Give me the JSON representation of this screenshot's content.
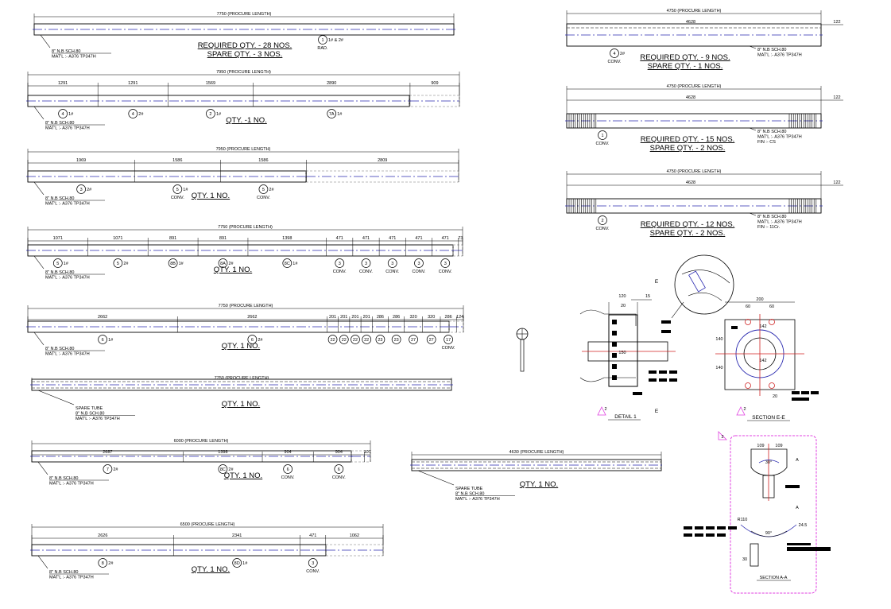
{
  "tubes_left": [
    {
      "procure": "7750 (PROCURE LENGTH)",
      "segments": [],
      "spec1": "8\" N.B SCH.80",
      "spec2": "MAT'L :- A376 TP347H",
      "bubbles": [
        {
          "tag": "1",
          "suffix": "1# & 2#",
          "note": "RAD."
        }
      ],
      "qty": "REQUIRED QTY. - 28 NOS.",
      "qty2": "SPARE QTY. - 3 NOS."
    },
    {
      "procure": "7950 (PROCURE LENGTH)",
      "segments": [
        "1291",
        "1291",
        "1569",
        "2890",
        "909"
      ],
      "spec1": "8\" N.B SCH.80",
      "spec2": "MAT'L :- A376 TP347H",
      "bubbles": [
        {
          "tag": "4",
          "suffix": "1#",
          "note": ""
        },
        {
          "tag": "4",
          "suffix": "2#",
          "note": ""
        },
        {
          "tag": "2",
          "suffix": "1#",
          "note": ""
        },
        {
          "tag": "7A",
          "suffix": "1#",
          "note": ""
        }
      ],
      "qty": "QTY. -1 NO.",
      "qty2": ""
    },
    {
      "procure": "7950 (PROCURE LENGTH)",
      "segments": [
        "1969",
        "1586",
        "1586",
        "2809"
      ],
      "spec1": "8\" N.B SCH.80",
      "spec2": "MAT'L :- A376 TP347H",
      "bubbles": [
        {
          "tag": "3",
          "suffix": "2#",
          "note": ""
        },
        {
          "tag": "5",
          "suffix": "1#",
          "note": "CONV."
        },
        {
          "tag": "5",
          "suffix": "2#",
          "note": "CONV."
        }
      ],
      "qty": "QTY. 1 NO.",
      "qty2": ""
    },
    {
      "procure": "7750 (PROCURE LENGTH)",
      "segments": [
        "1071",
        "1071",
        "891",
        "891",
        "1398",
        "471",
        "471",
        "471",
        "471",
        "471",
        "73"
      ],
      "spec1": "8\" N.B SCH.80",
      "spec2": "MAT'L :- A376 TP347H",
      "bubbles": [
        {
          "tag": "5",
          "suffix": "1#",
          "note": ""
        },
        {
          "tag": "5",
          "suffix": "2#",
          "note": ""
        },
        {
          "tag": "8B",
          "suffix": "1#",
          "note": ""
        },
        {
          "tag": "8A",
          "suffix": "2#",
          "note": ""
        },
        {
          "tag": "8C",
          "suffix": "1#",
          "note": ""
        },
        {
          "tag": "3",
          "suffix": "",
          "note": "CONV."
        },
        {
          "tag": "3",
          "suffix": "",
          "note": "CONV."
        },
        {
          "tag": "3",
          "suffix": "",
          "note": "CONV."
        },
        {
          "tag": "3",
          "suffix": "",
          "note": "CONV."
        },
        {
          "tag": "3",
          "suffix": "",
          "note": "CONV."
        }
      ],
      "qty": "QTY. 1 NO.",
      "qty2": ""
    },
    {
      "procure": "7750 (PROCURE LENGTH)",
      "segments": [
        "2662",
        "2662",
        "201",
        "201",
        "201",
        "201",
        "286",
        "286",
        "320",
        "320",
        "286",
        "124"
      ],
      "spec1": "8\" N.B SCH.80",
      "spec2": "MAT'L :- A376 TP347H",
      "bubbles": [
        {
          "tag": "6",
          "suffix": "1#",
          "note": ""
        },
        {
          "tag": "6",
          "suffix": "2#",
          "note": ""
        },
        {
          "tag": "22",
          "suffix": "",
          "note": ""
        },
        {
          "tag": "22",
          "suffix": "",
          "note": ""
        },
        {
          "tag": "22",
          "suffix": "",
          "note": ""
        },
        {
          "tag": "22",
          "suffix": "",
          "note": ""
        },
        {
          "tag": "23",
          "suffix": "",
          "note": ""
        },
        {
          "tag": "23",
          "suffix": "",
          "note": ""
        },
        {
          "tag": "27",
          "suffix": "",
          "note": ""
        },
        {
          "tag": "27",
          "suffix": "",
          "note": ""
        },
        {
          "tag": "17",
          "suffix": "",
          "note": "CONV."
        }
      ],
      "qty": "QTY. 1 NO.",
      "qty2": ""
    },
    {
      "procure": "7750 (PROCURE LENGTH)",
      "segments": [],
      "spec0": "SPARE TUBE",
      "spec1": "8\" N.B SCH.80",
      "spec2": "MAT'L :- A376 TP347H",
      "bubbles": [],
      "qty": "QTY. 1 NO.",
      "qty2": ""
    },
    {
      "procure": "6000 (PROCURE LENGTH)",
      "segments": [
        "2687",
        "1398",
        "904",
        "904",
        "107"
      ],
      "spec1": "8\" N.B SCH.80",
      "spec2": "MAT'L :- A376 TP347H",
      "bubbles": [
        {
          "tag": "7",
          "suffix": "2#",
          "note": ""
        },
        {
          "tag": "8C",
          "suffix": "2#",
          "note": ""
        },
        {
          "tag": "6",
          "suffix": "",
          "note": "CONV."
        },
        {
          "tag": "6",
          "suffix": "",
          "note": "CONV."
        }
      ],
      "qty": "QTY. 1 NO.",
      "qty2": ""
    },
    {
      "procure": "4630 (PROCURE LENGTH)",
      "segments": [],
      "spec0": "SPARE TUBE",
      "spec1": "8\" N.B SCH.80",
      "spec2": "MAT'L :- A376 TP347H",
      "bubbles": [],
      "qty": "QTY. 1 NO.",
      "qty2": ""
    },
    {
      "procure": "6500 (PROCURE LENGTH)",
      "segments": [
        "2626",
        "2341",
        "471",
        "1062"
      ],
      "spec1": "8\" N.B SCH.80",
      "spec2": "MAT'L :- A376 TP347H",
      "bubbles": [
        {
          "tag": "8",
          "suffix": "2#",
          "note": ""
        },
        {
          "tag": "8D",
          "suffix": "1#",
          "note": ""
        },
        {
          "tag": "3",
          "suffix": "",
          "note": "CONV."
        }
      ],
      "qty": "QTY. 1 NO.",
      "qty2": ""
    }
  ],
  "tubes_right": [
    {
      "procure": "4750 (PROCURE LENGTH)",
      "inner": "4628",
      "end": "122",
      "spec1": "8\" N.B SCH.80",
      "spec2": "MAT'L :- A376 TP347H",
      "spec3": "",
      "bubble": "4",
      "suffix": "2#",
      "note": "CONV.",
      "qty": "REQUIRED QTY. - 9 NOS.",
      "qty2": "SPARE QTY. - 1 NOS."
    },
    {
      "procure": "4750 (PROCURE LENGTH)",
      "inner": "4628",
      "end": "122",
      "spec1": "8\" N.B SCH.80",
      "spec2": "MAT'L :- A376 TP347H",
      "spec3": "FIN :- CS",
      "bubble": "1",
      "suffix": "",
      "note": "CONV.",
      "qty": "REQUIRED QTY. - 15 NOS.",
      "qty2": "SPARE QTY. - 2 NOS."
    },
    {
      "procure": "4750 (PROCURE LENGTH)",
      "inner": "4628",
      "end": "122",
      "spec1": "8\" N.B SCH.80",
      "spec2": "MAT'L :- A376 TP347H",
      "spec3": "FIN :- 11Cr.",
      "bubble": "2",
      "suffix": "",
      "note": "CONV.",
      "qty": "REQUIRED QTY. - 12 NOS.",
      "qty2": "SPARE QTY. - 2 NOS."
    }
  ],
  "details": {
    "detail1_label": "DETAIL 1",
    "detail1_ref": "2",
    "section_ee_label": "SECTION E-E",
    "section_ee_ref": "2",
    "section_aa_label": "SECTION A-A",
    "section_aa_ref": "2",
    "e_marker": "E",
    "a_marker": "A",
    "dims_detail1": [
      "120",
      "20",
      "15",
      "150"
    ],
    "dims_ee": [
      "200",
      "60",
      "60",
      "140",
      "140",
      "20",
      "142",
      "142"
    ],
    "dims_aa": [
      "109",
      "109",
      "30°",
      "R110",
      "90°",
      "24.5",
      "30"
    ]
  }
}
